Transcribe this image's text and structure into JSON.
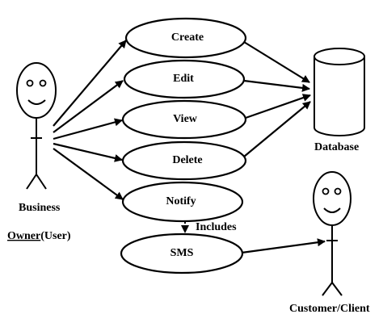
{
  "actors": {
    "owner": {
      "line1": "Business",
      "line2_prefix": "Owner",
      "line2_suffix": "(User)"
    },
    "customer": {
      "label": "Customer/Client"
    }
  },
  "use_cases": {
    "create": "Create",
    "edit": "Edit",
    "view": "View",
    "delete": "Delete",
    "notify": "Notify",
    "sms": "SMS"
  },
  "includes_label": "Includes",
  "database_label": "Database"
}
